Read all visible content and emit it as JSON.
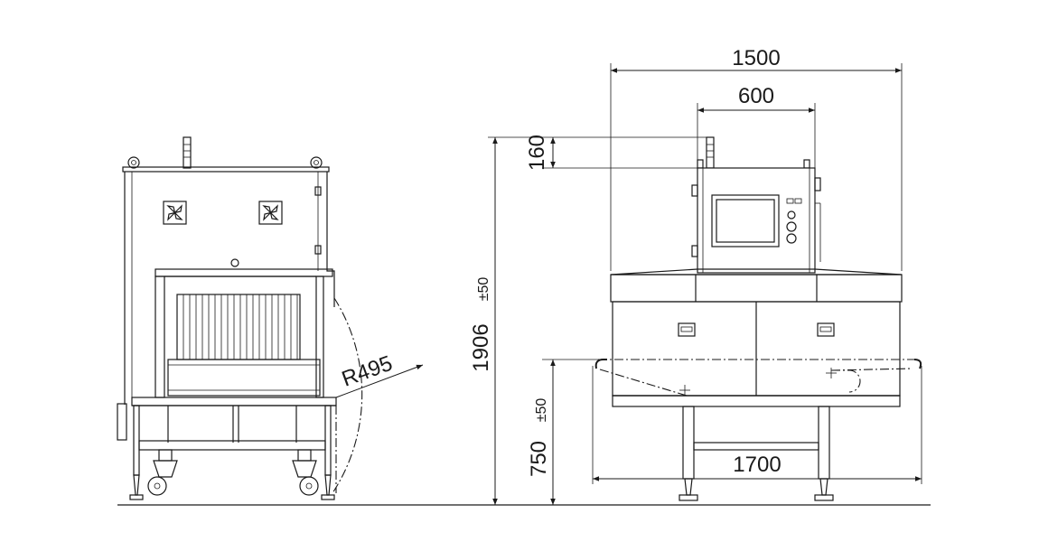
{
  "dimensions": {
    "overall_width": "1500",
    "control_box_width": "600",
    "beacon_height": "160",
    "overall_height": "1906",
    "overall_height_tol": "±50",
    "conveyor_height": "750",
    "conveyor_height_tol": "±50",
    "conveyor_length": "1700",
    "door_radius": "R495"
  },
  "colors": {
    "line": "#1a1a1a",
    "background": "#ffffff"
  }
}
